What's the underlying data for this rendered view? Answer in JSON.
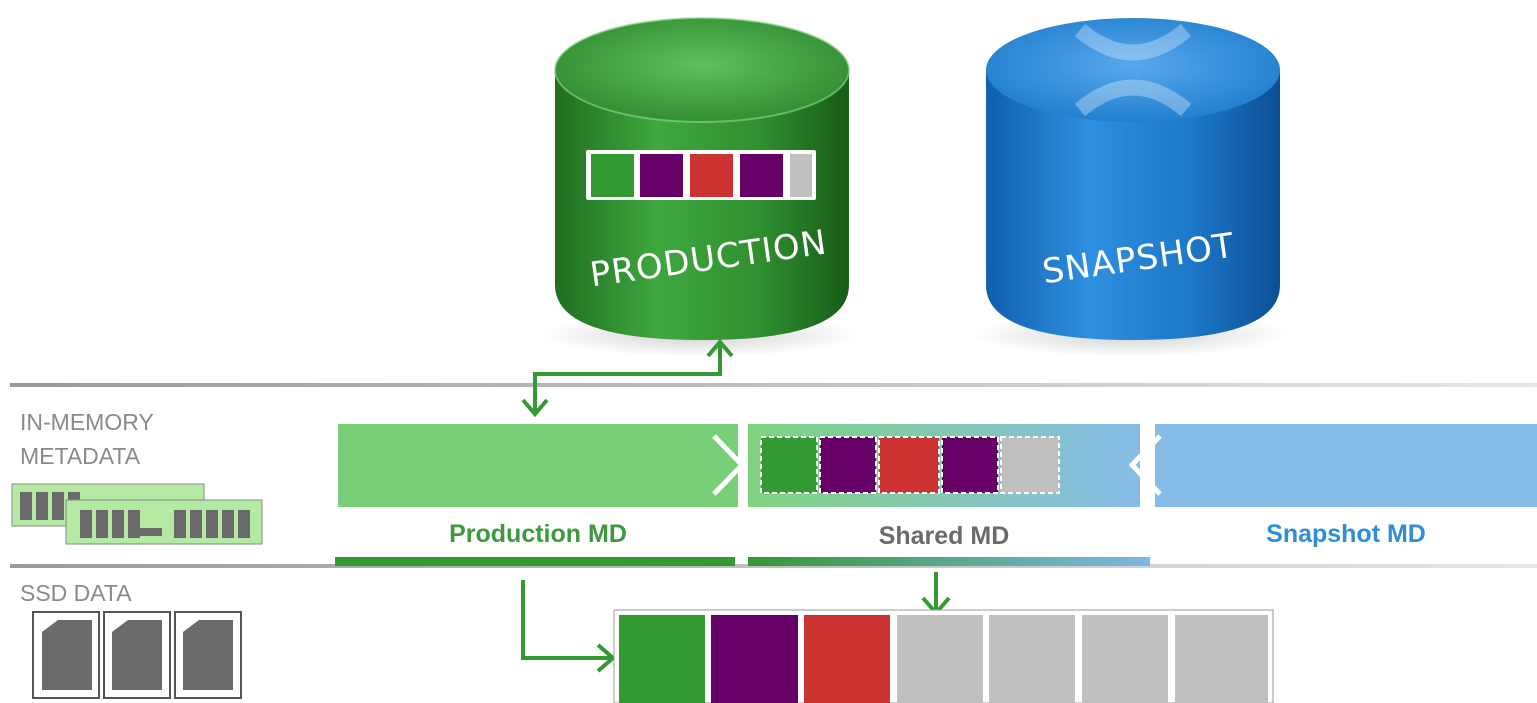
{
  "databases": [
    {
      "name": "production-db",
      "label": "PRODUCTION",
      "color": "#3a9a3a"
    },
    {
      "name": "snapshot-db",
      "label": "SNAPSHOT",
      "color": "#2a86d6"
    }
  ],
  "tiers": {
    "memory_label_line1": "IN-MEMORY",
    "memory_label_line2": "METADATA",
    "ssd_label": "SSD DATA"
  },
  "metadata": {
    "production": {
      "label": "Production MD",
      "color": "#3c9a3c"
    },
    "shared": {
      "label": "Shared MD",
      "color": "#6b6b6b"
    },
    "snapshot": {
      "label": "Snapshot MD",
      "color": "#2e8fd8"
    }
  },
  "block_colors": {
    "green": "#339933",
    "purple": "#660066",
    "red": "#cc3333",
    "gray": "#c0c0c0"
  },
  "icons": [
    "memory-module-icon",
    "ssd-drive-icon",
    "x-logo-icon"
  ]
}
